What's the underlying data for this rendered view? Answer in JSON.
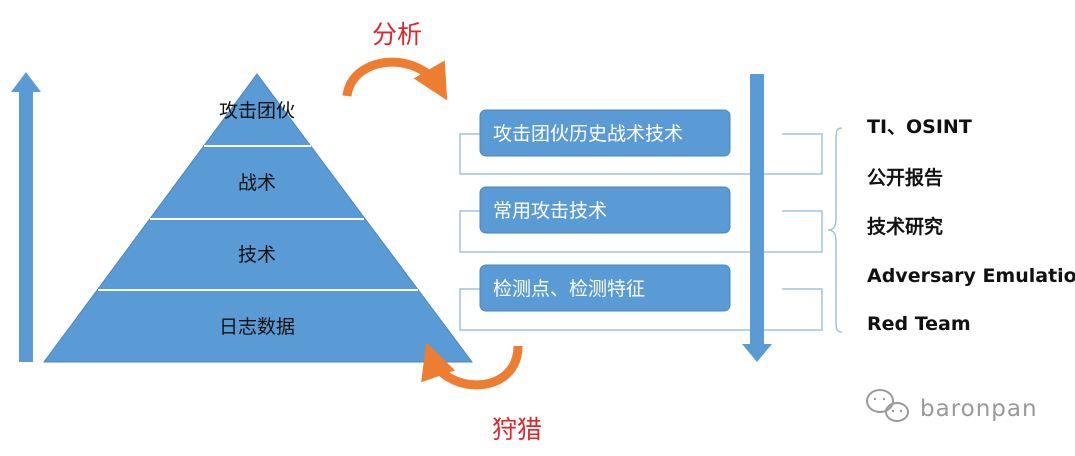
{
  "colors": {
    "blue": "#5b9bd5",
    "blue_outline": "#4a86bd",
    "bracket": "#9dc3e6",
    "orange": "#ed7d31",
    "red": "#e0262b",
    "gray": "#9a9a9a"
  },
  "pyramid": {
    "tiers": [
      "攻击团伙",
      "战术",
      "技术",
      "日志数据"
    ]
  },
  "analysis_label": "分析",
  "hunting_label": "狩猎",
  "middle_boxes": [
    "攻击团伙历史战术技术",
    "常用攻击技术",
    "检测点、检测特征"
  ],
  "sources": [
    "TI、OSINT",
    "公开报告",
    "技术研究",
    "Adversary Emulation",
    "Red Team"
  ],
  "watermark": {
    "text": "baronpan",
    "icon": "wechat-icon"
  }
}
